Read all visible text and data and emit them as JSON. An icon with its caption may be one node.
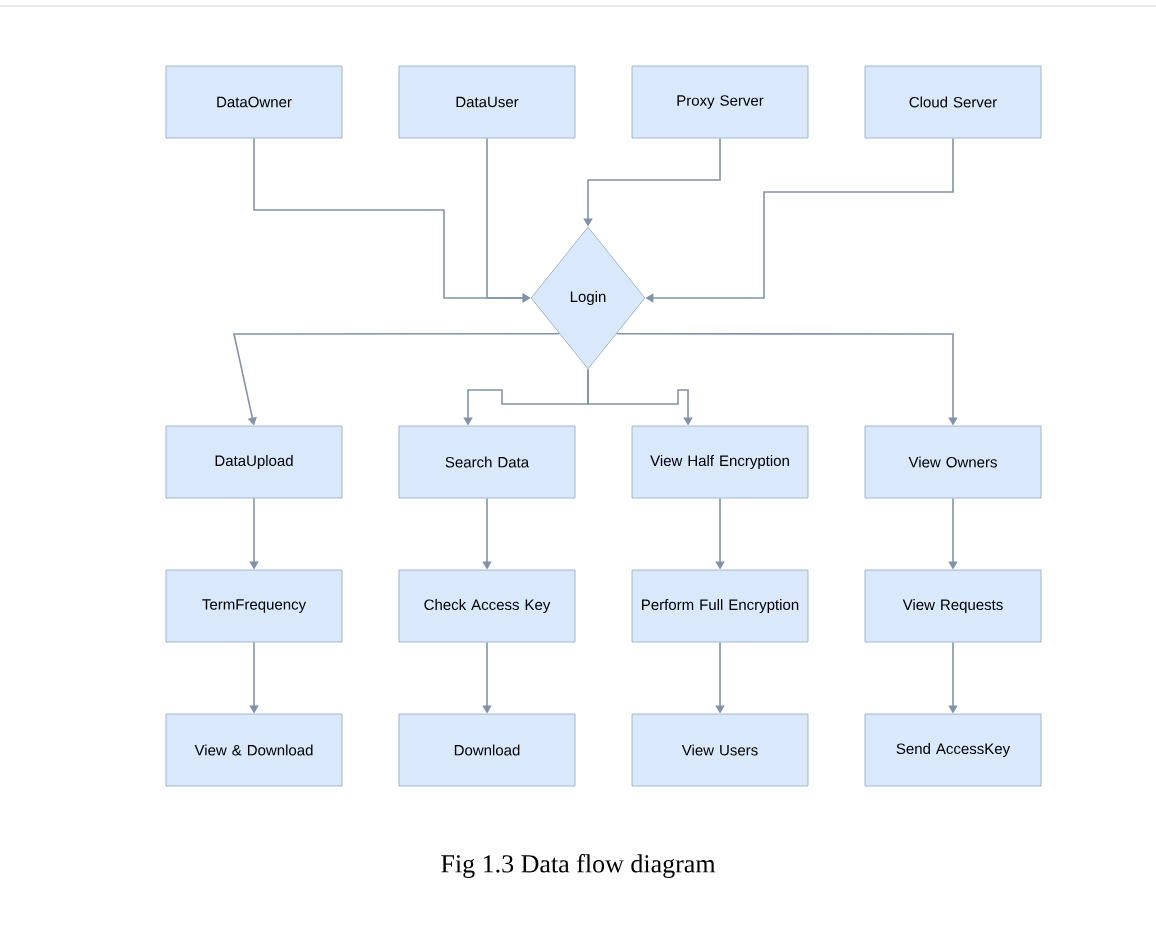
{
  "diagram": {
    "caption": "Fig 1.3 Data flow diagram",
    "nodes": [
      {
        "text": [
          "DataOwner"
        ]
      },
      {
        "text": [
          "DataUser"
        ]
      },
      {
        "text": [
          "Proxy Server"
        ]
      },
      {
        "text": [
          "Cloud Server"
        ]
      },
      {
        "text": [
          "Login"
        ]
      },
      {
        "text": [
          "DataUpload"
        ]
      },
      {
        "text": [
          "Search Data"
        ]
      },
      {
        "text": [
          "View Half Encryption"
        ]
      },
      {
        "text": [
          "View Owners"
        ]
      },
      {
        "text": [
          "TermFrequency"
        ]
      },
      {
        "text": [
          "Check Access Key"
        ]
      },
      {
        "text": [
          "Perform Full Encryption"
        ]
      },
      {
        "text": [
          "View Requests"
        ]
      },
      {
        "text": [
          "View & Download"
        ]
      },
      {
        "text": [
          "Download"
        ]
      },
      {
        "text": [
          "View Users"
        ]
      },
      {
        "text": [
          "Send AccessKey"
        ]
      }
    ],
    "edges": [
      {
        "from": 0,
        "to": 4,
        "arrow": "to"
      },
      {
        "from": 1,
        "to": 4,
        "arrow": "to"
      },
      {
        "from": 2,
        "to": 4,
        "arrow": "to"
      },
      {
        "from": 3,
        "to": 4,
        "arrow": "to"
      },
      {
        "from": 4,
        "to": 5,
        "arrow": "to"
      },
      {
        "from": 4,
        "to": 6,
        "arrow": "to"
      },
      {
        "from": 4,
        "to": 7,
        "arrow": "to"
      },
      {
        "from": 4,
        "to": 8,
        "arrow": "to"
      },
      {
        "from": 5,
        "to": 9,
        "arrow": "to"
      },
      {
        "from": 9,
        "to": 13,
        "arrow": "to"
      },
      {
        "from": 6,
        "to": 10,
        "arrow": "to"
      },
      {
        "from": 10,
        "to": 14,
        "arrow": "to"
      },
      {
        "from": 7,
        "to": 11,
        "arrow": "to"
      },
      {
        "from": 11,
        "to": 15,
        "arrow": "to"
      },
      {
        "from": 8,
        "to": 12,
        "arrow": "to"
      },
      {
        "from": 12,
        "to": 16,
        "arrow": "to"
      }
    ]
  }
}
